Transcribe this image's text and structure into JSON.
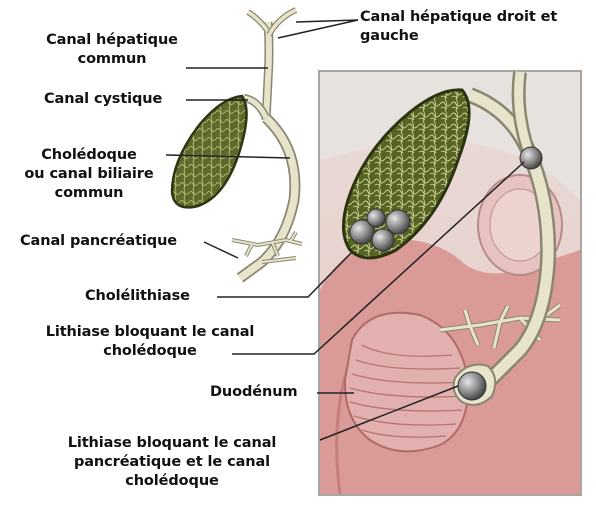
{
  "labels": {
    "hepatic_ducts_line1": "Canal hépatique droit et",
    "hepatic_ducts_line2": "gauche",
    "common_hepatic_line1": "Canal hépatique",
    "common_hepatic_line2": "commun",
    "cystic_duct": "Canal cystique",
    "choledoque_line1": "Cholédoque",
    "choledoque_line2": "ou canal biliaire",
    "choledoque_line3": "commun",
    "pancreatic_duct": "Canal pancréatique",
    "cholelithiasis": "Cholélithiase",
    "lithiase_cbd_line1": "Lithiase bloquant le canal",
    "lithiase_cbd_line2": "cholédoque",
    "duodenum": "Duodénum",
    "lithiase_panc_line1": "Lithiase bloquant le canal",
    "lithiase_panc_line2": "pancréatique et le canal",
    "lithiase_panc_line3": "cholédoque"
  },
  "colors": {
    "gallbladder": "#5f6a2a",
    "duct": "#e8e4cc",
    "duct_edge": "#8a8670",
    "stone": "#8c8c8c",
    "panel_bg": "#ece7e2",
    "panel_border": "#a9a4a0",
    "intestine": "#d99696",
    "label_line": "#222222"
  }
}
